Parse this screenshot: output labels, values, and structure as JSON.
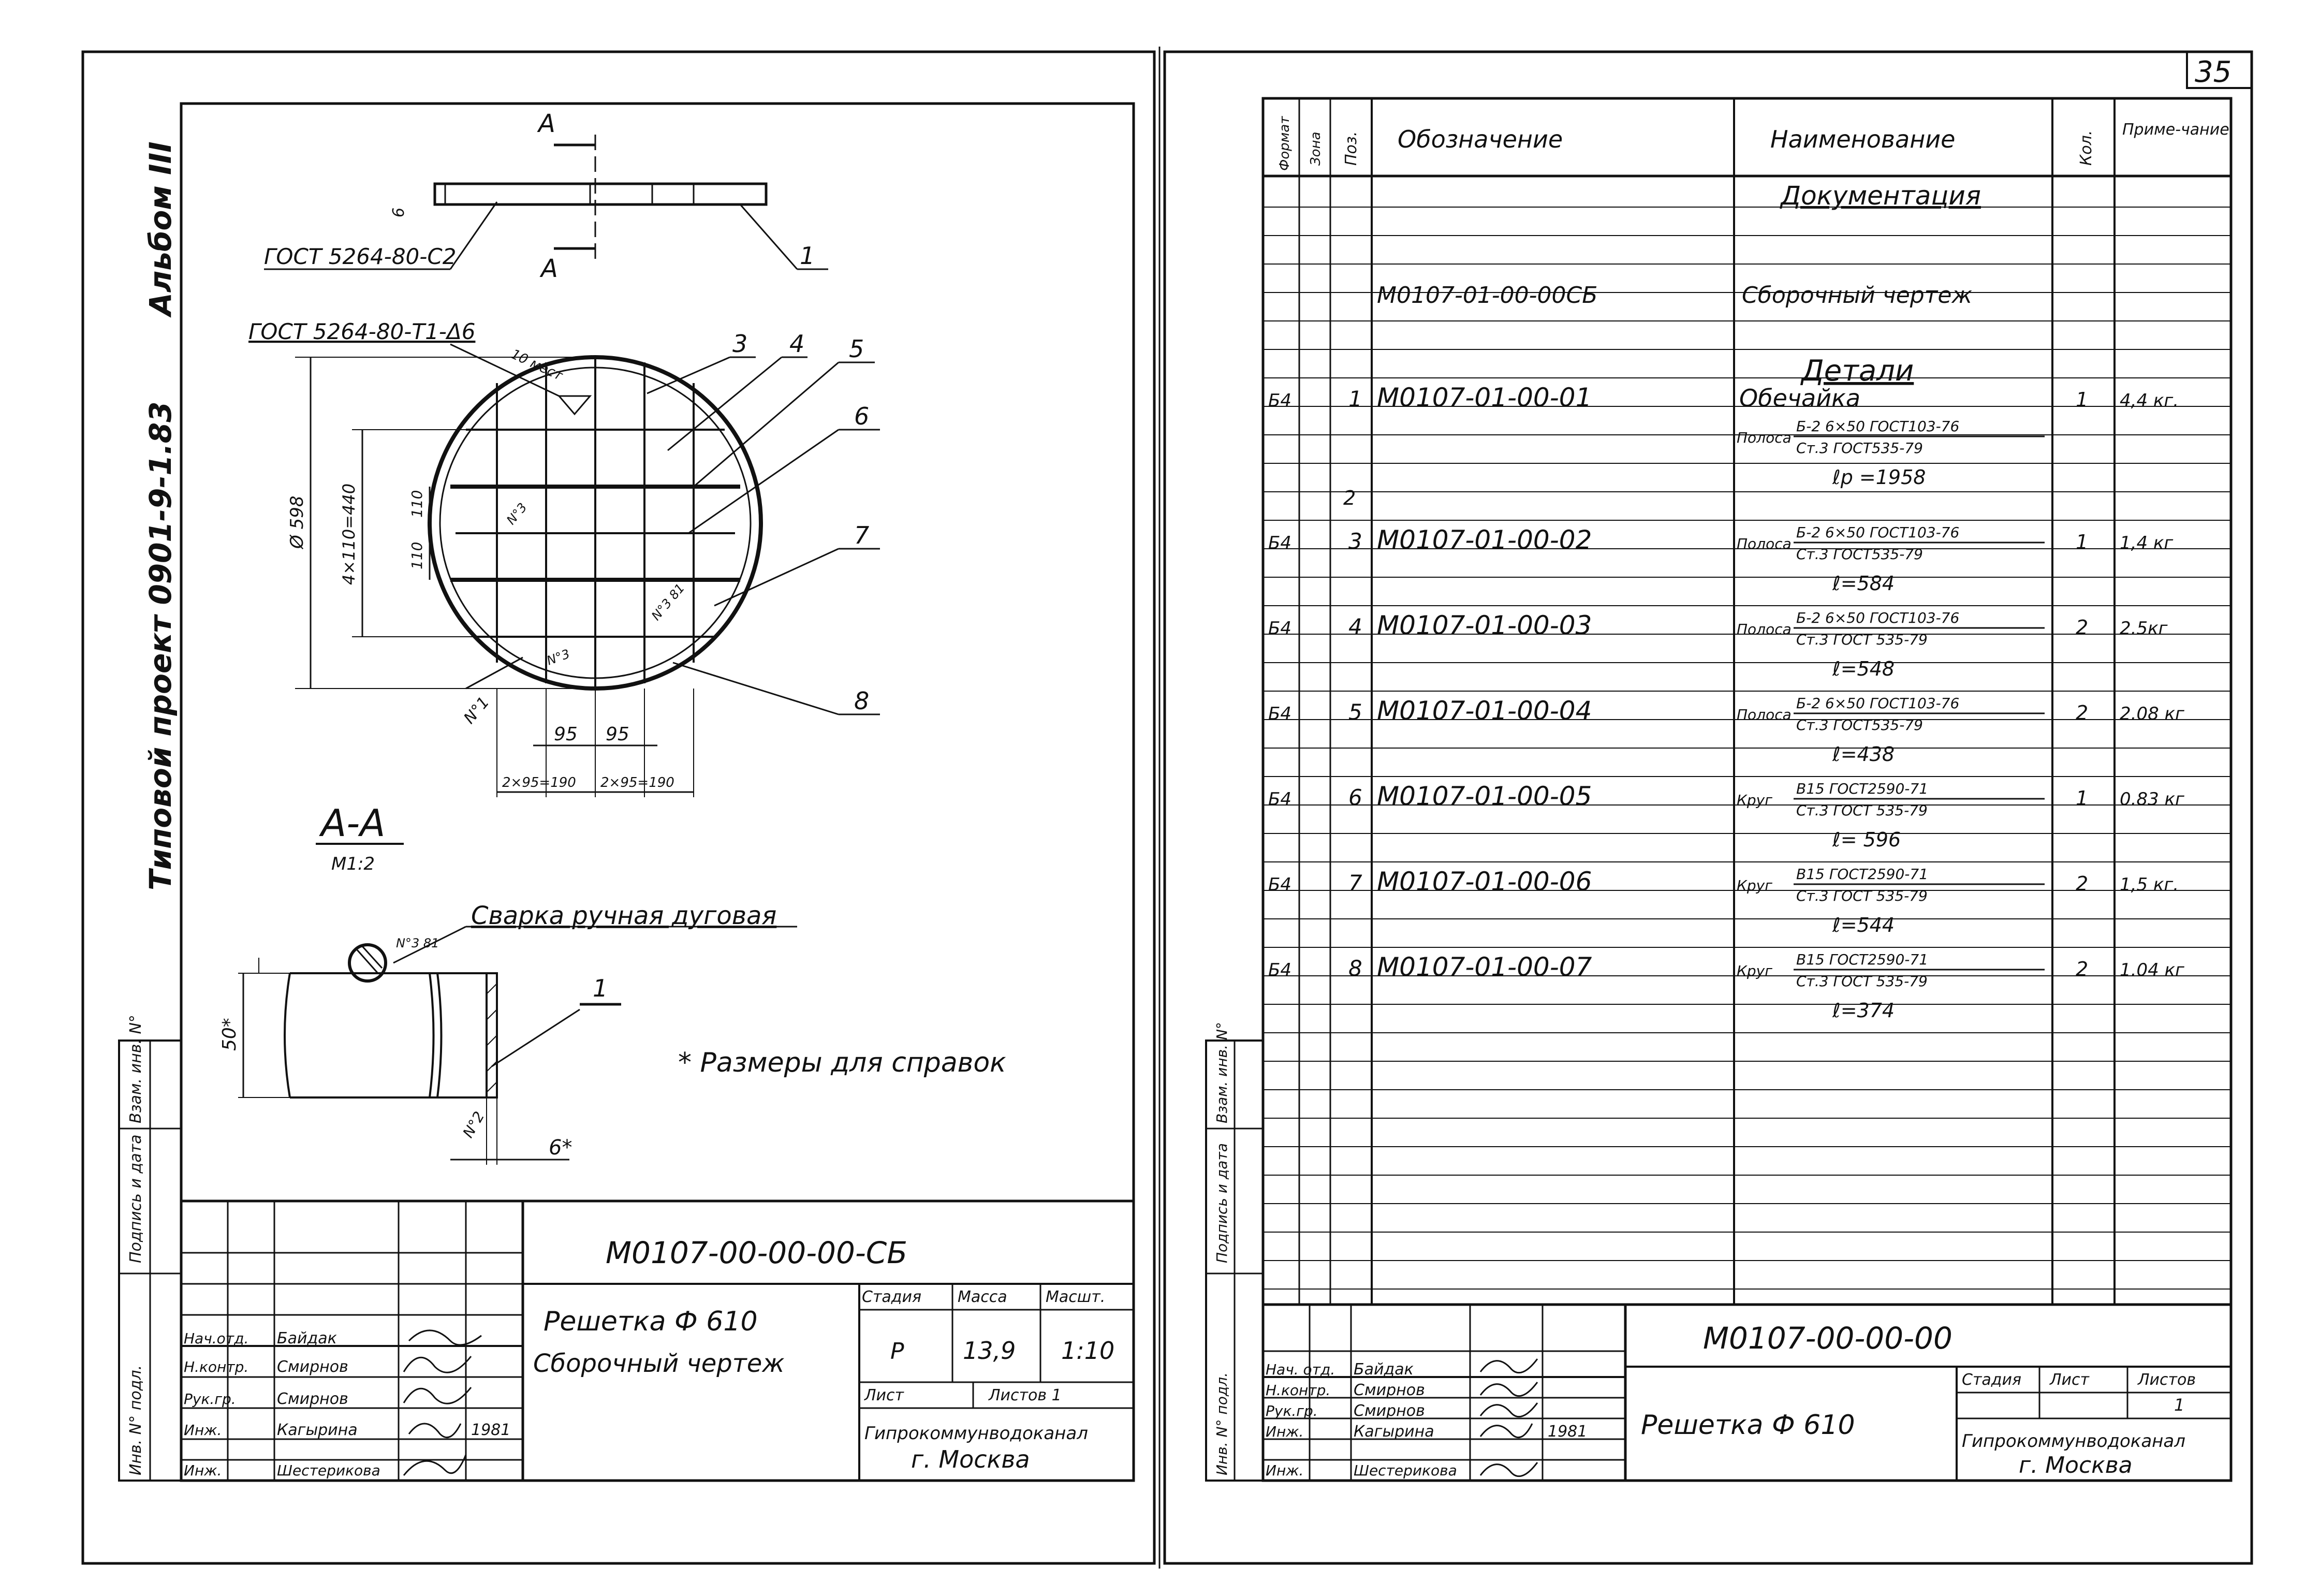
{
  "page_number": "35",
  "album": {
    "title": "Типовой проект 0901-9-1.83",
    "album_label": "Альбом III"
  },
  "left_sheet": {
    "leaders": {
      "gost_top": "ГОСТ 5264-80-С2",
      "gost_weld": "ГОСТ 5264-80-Т1-Δ6",
      "weld_count": "10 мест",
      "n1": "N°1"
    },
    "dims": {
      "h6": "6",
      "d598": "Ø 598",
      "v440": "4×110=440",
      "v110a": "110",
      "v110b": "110",
      "w95a": "95",
      "w95b": "95",
      "w190a": "2×95=190",
      "w190b": "2×95=190",
      "h50": "50*",
      "t6": "6*",
      "n2": "N°2",
      "n3": "N°3",
      "weld_note": "N°3 81"
    },
    "section_label": "А-А",
    "section_a": "А",
    "scale_label": "М1:2",
    "weld_type": "Сварка ручная дуговая",
    "note": "* Размеры для справок",
    "positions": [
      "1",
      "3",
      "4",
      "5",
      "6",
      "7",
      "8",
      "1"
    ],
    "title_block": {
      "doc_code": "М0107-00-00-00-СБ",
      "name_line1": "Решетка Ф 610",
      "name_line2": "Сборочный чертеж",
      "hdr_stage": "Стадия",
      "hdr_mass": "Масса",
      "hdr_scale": "Масшт.",
      "stage": "Р",
      "mass": "13,9",
      "scale": "1:10",
      "sheet_label": "Лист",
      "sheets_label": "Листов 1",
      "org_line1": "Гипрокоммунводоканал",
      "org_line2": "г. Москва",
      "roles": [
        {
          "role": "Нач.отд.",
          "name": "Байдак",
          "year": ""
        },
        {
          "role": "Н.контр.",
          "name": "Смирнов",
          "year": ""
        },
        {
          "role": "Рук.гр.",
          "name": "Смирнов",
          "year": ""
        },
        {
          "role": "Инж.",
          "name": "Кагырина",
          "year": "1981"
        },
        {
          "role": "Инж.",
          "name": "Шестерикова",
          "year": ""
        }
      ]
    },
    "side_labels": [
      "Инв. N° подл.",
      "Подпись и дата",
      "Взам. инв. N°"
    ]
  },
  "right_sheet": {
    "spec_headers": {
      "format": "Формат",
      "zone": "Зона",
      "pos": "Поз.",
      "designation": "Обозначение",
      "name": "Наименование",
      "qty": "Кол.",
      "note": "Приме-чание"
    },
    "sections": {
      "docs": "Документация",
      "parts": "Детали"
    },
    "doc_row": {
      "designation": "М0107-01-00-00СБ",
      "name": "Сборочный чертеж"
    },
    "rows": [
      {
        "format": "Б4",
        "pos": "1",
        "designation": "М0107-01-00-01",
        "name": "Обечайка",
        "mat_prefix": "Полоса",
        "mat_top": "Б-2 6×50 ГОСТ103-76",
        "mat_bottom": "Ст.3 ГОСТ535-79",
        "length": "ℓр =1958",
        "qty": "1",
        "note": "4,4 кг."
      },
      {
        "format": "Б4",
        "pos": "3",
        "designation": "М0107-01-00-02",
        "name": "",
        "mat_prefix": "Полоса",
        "mat_top": "Б-2 6×50 ГОСТ103-76",
        "mat_bottom": "Ст.3 ГОСТ535-79",
        "length": "ℓ=584",
        "qty": "1",
        "note": "1,4 кг"
      },
      {
        "format": "Б4",
        "pos": "4",
        "designation": "М0107-01-00-03",
        "name": "",
        "mat_prefix": "Полоса",
        "mat_top": "Б-2 6×50 ГОСТ103-76",
        "mat_bottom": "Ст.3 ГОСТ 535-79",
        "length": "ℓ=548",
        "qty": "2",
        "note": "2.5кг"
      },
      {
        "format": "Б4",
        "pos": "5",
        "designation": "М0107-01-00-04",
        "name": "",
        "mat_prefix": "Полоса",
        "mat_top": "Б-2 6×50 ГОСТ103-76",
        "mat_bottom": "Ст.3 ГОСТ535-79",
        "length": "ℓ=438",
        "qty": "2",
        "note": "2.08 кг"
      },
      {
        "format": "Б4",
        "pos": "6",
        "designation": "М0107-01-00-05",
        "name": "",
        "mat_prefix": "Круг",
        "mat_top": "В15 ГОСТ2590-71",
        "mat_bottom": "Ст.3 ГОСТ 535-79",
        "length": "ℓ= 596",
        "qty": "1",
        "note": "0.83 кг"
      },
      {
        "format": "Б4",
        "pos": "7",
        "designation": "М0107-01-00-06",
        "name": "",
        "mat_prefix": "Круг",
        "mat_top": "В15 ГОСТ2590-71",
        "mat_bottom": "Ст.3 ГОСТ 535-79",
        "length": "ℓ=544",
        "qty": "2",
        "note": "1,5 кг."
      },
      {
        "format": "Б4",
        "pos": "8",
        "designation": "М0107-01-00-07",
        "name": "",
        "mat_prefix": "Круг",
        "mat_top": "В15 ГОСТ2590-71",
        "mat_bottom": "Ст.3 ГОСТ 535-79",
        "length": "ℓ=374",
        "qty": "2",
        "note": "1.04 кг"
      }
    ],
    "pos2": "2",
    "title_block": {
      "doc_code": "М0107-00-00-00",
      "name": "Решетка Ф 610",
      "hdr_stage": "Стадия",
      "hdr_sheet": "Лист",
      "hdr_sheets": "Листов",
      "sheet_no": "1",
      "org_line1": "Гипрокоммунводоканал",
      "org_line2": "г. Москва",
      "roles": [
        {
          "role": "Нач. отд.",
          "name": "Байдак",
          "year": ""
        },
        {
          "role": "Н.контр.",
          "name": "Смирнов",
          "year": ""
        },
        {
          "role": "Рук.гр.",
          "name": "Смирнов",
          "year": ""
        },
        {
          "role": "Инж.",
          "name": "Кагырина",
          "year": "1981"
        },
        {
          "role": "Инж.",
          "name": "Шестерикова",
          "year": ""
        }
      ]
    },
    "side_labels": [
      "Инв. N° подл.",
      "Подпись и дата",
      "Взам. инв. N°"
    ]
  }
}
